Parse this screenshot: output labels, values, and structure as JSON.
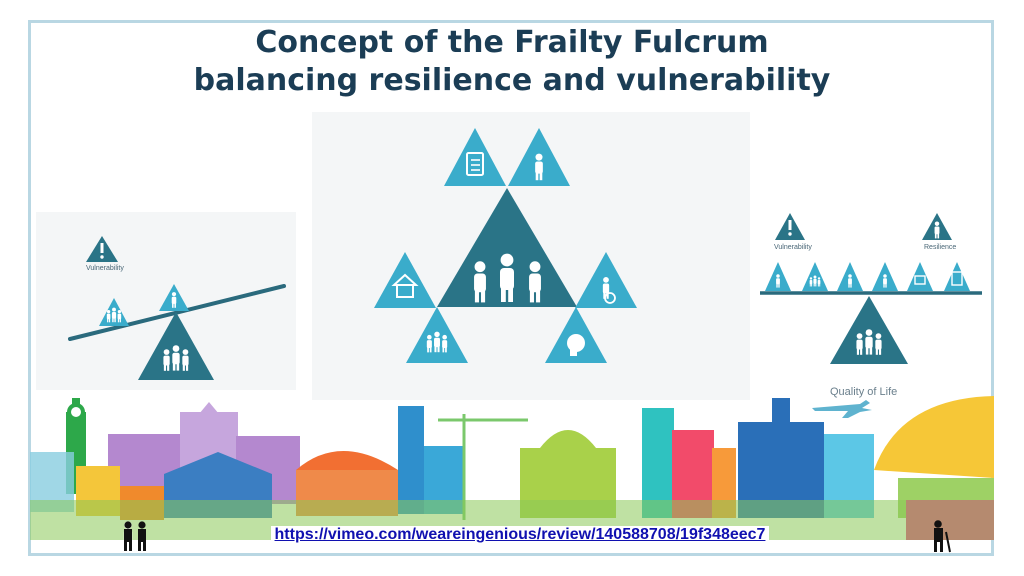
{
  "title": {
    "line1": "Concept of the Frailty Fulcrum",
    "line2": "balancing resilience and vulnerability"
  },
  "left_panel": {
    "vulnerability_label": "Vulnerability"
  },
  "right_panel": {
    "vulnerability_label": "Vulnerability",
    "resilience_label": "Resilience",
    "quality_of_life_label": "Quality of Life"
  },
  "footer": {
    "link_text": "https://vimeo.com/weareingenious/review/140588708/19f348eec7"
  },
  "colors": {
    "title": "#1b3d55",
    "teal_dark": "#2a7487",
    "teal_light": "#3aaccb",
    "link": "#1010b0",
    "frame": "#b9d7e3"
  },
  "icons": [
    "warning-icon",
    "clipboard-icon",
    "person-icon",
    "house-icon",
    "family-icon",
    "wheelchair-icon",
    "brain-icon",
    "elderly-icon"
  ]
}
